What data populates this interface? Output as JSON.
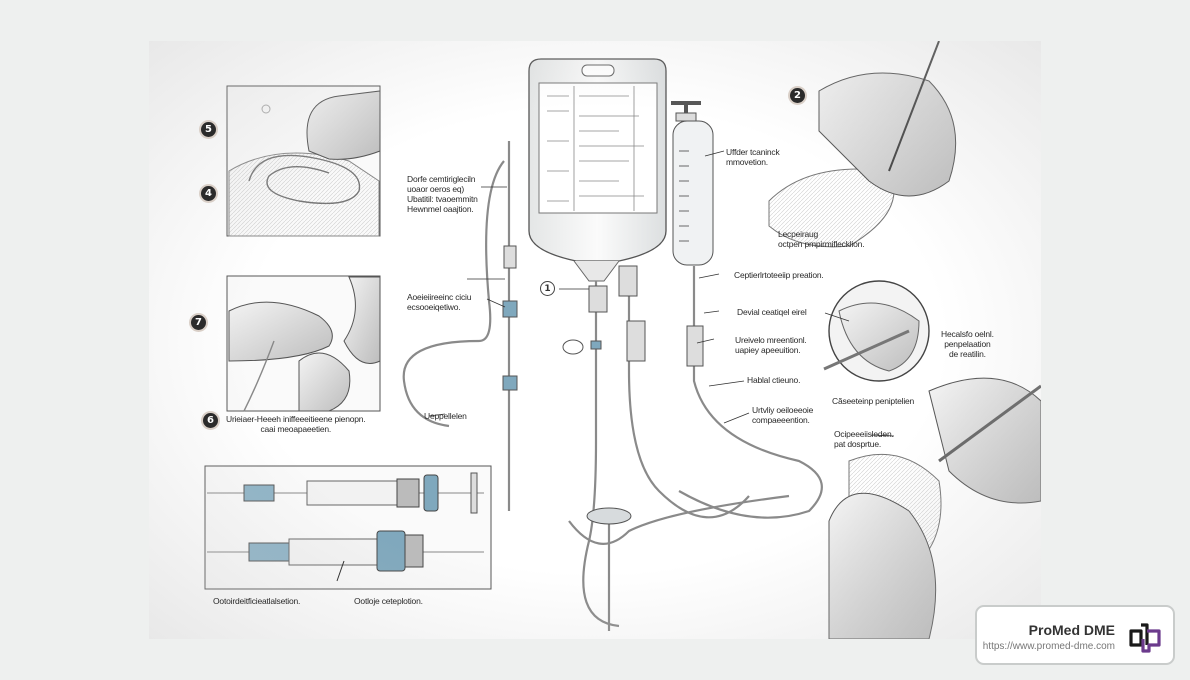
{
  "illustration": {
    "subject": "IV administration set and catheter procedure illustration",
    "step_markers": [
      "5",
      "4",
      "7",
      "6",
      "2",
      "1"
    ],
    "labels": {
      "drip_chamber_note": "Dorfe cemtirigleciln\nuoaor oeros eq)\nUbatitil: tvaoemmitn\nHewnmel oaajtion.",
      "syringe_top": "Uffder tcaninck\nmmovetion.",
      "gloved_hand_top_right": "Lecpeiraug\noctpen pmpirmiflecklion.",
      "connector_top": "Ceptierlrtoteeiip preation.",
      "connector_detail": "Devial ceatiqel eirel",
      "upper_adapter": "Ureivelo mreentionl.\nuapiey apeeuition.",
      "tubing_label": "Hablal ctieuno.",
      "lower_tubing": "Urtvliy oeiloeeoie\ncompaeeention.",
      "magnified_circle": "Hecalsfo oelnl.\npenpelaation\nde reatilin.",
      "circle_caption": "Căseeteinp peniptelien",
      "dressing_label": "Ocipeeeiisleden.\npat dosprtue.",
      "left_roller_clamp": "Aoeieiireeinc ciciu\necsooeiqetiwo.",
      "loop_label": "Ueppellelen",
      "step6_caption": "Urieiaer-Heeeh iniffeeeitieene pienopn.\ncaai meoapaeetien.",
      "catheter_left": "Ootoirdeitficieatlalsetion.",
      "catheter_right": "Ootloje ceteplotion."
    }
  },
  "branding": {
    "name": "ProMed DME",
    "url": "https://www.promed-dme.com",
    "logo_colors": [
      "#1a1a1a",
      "#6b3a8c"
    ]
  },
  "colors": {
    "page_background": "#eef0ef",
    "canvas": "#ffffff",
    "ink": "#3a3a3a",
    "accent_blue": "#6e9fb8"
  }
}
